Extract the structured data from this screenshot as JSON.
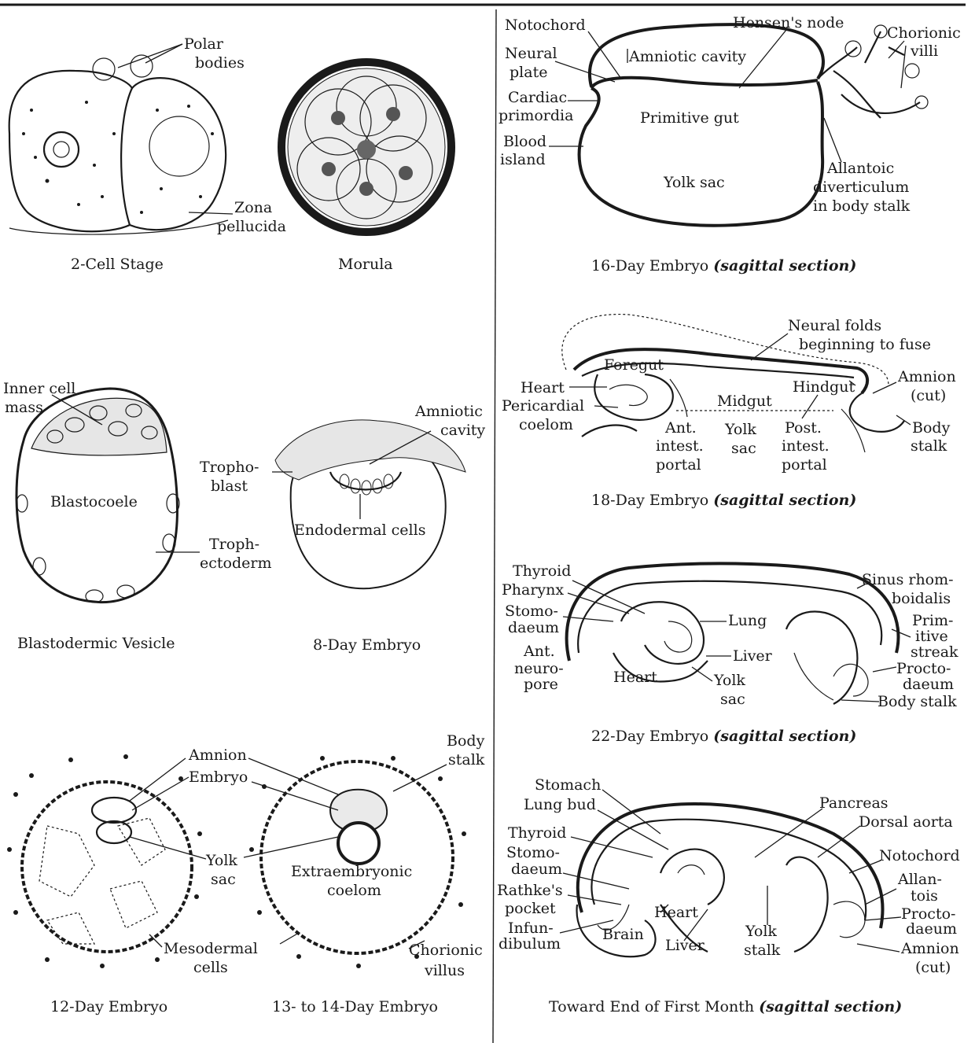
{
  "panels": {
    "two_cell": {
      "caption": "2-Cell Stage",
      "labels": {
        "polar": "Polar",
        "bodies": "bodies",
        "zona": "Zona",
        "pellucida": "pellucida"
      }
    },
    "morula": {
      "caption": "Morula"
    },
    "day16": {
      "caption_main": "16-Day Embryo",
      "caption_it": "(sagittal section)",
      "labels": {
        "notochord": "Notochord",
        "hensens_node": "Hensen's node",
        "chorionic": "Chorionic",
        "villi": "villi",
        "neural": "Neural",
        "plate": "plate",
        "amniotic_cavity": "Amniotic cavity",
        "cardiac": "Cardiac",
        "primordia": "primordia",
        "primitive_gut": "Primitive gut",
        "blood": "Blood",
        "island": "island",
        "yolk_sac": "Yolk sac",
        "allantoic": "Allantoic",
        "diverticulum": "diverticulum",
        "in_body_stalk": "in body stalk"
      }
    },
    "day18": {
      "caption_main": "18-Day Embryo",
      "caption_it": "(sagittal section)",
      "labels": {
        "neural_folds": "Neural folds",
        "beginning_to_fuse": "beginning to fuse",
        "foregut": "Foregut",
        "hindgut": "Hindgut",
        "amnion": "Amnion",
        "cut": "(cut)",
        "heart": "Heart",
        "pericardial": "Pericardial",
        "coelom": "coelom",
        "midgut": "Midgut",
        "ant": "Ant.",
        "intest": "intest.",
        "portal": "portal",
        "yolk": "Yolk",
        "sac": "sac",
        "post": "Post.",
        "body": "Body",
        "stalk": "stalk"
      }
    },
    "blastodermic": {
      "caption": "Blastodermic Vesicle",
      "labels": {
        "inner_cell": "Inner cell",
        "mass": "mass",
        "blastocoele": "Blastocoele",
        "tropho": "Tropho-",
        "blast": "blast",
        "troph": "Troph-",
        "ectoderm": "ectoderm"
      }
    },
    "day8": {
      "caption": "8-Day Embryo",
      "labels": {
        "amniotic": "Amniotic",
        "cavity": "cavity",
        "endodermal_cells": "Endodermal cells"
      }
    },
    "day22": {
      "caption_main": "22-Day Embryo",
      "caption_it": "(sagittal section)",
      "labels": {
        "thyroid": "Thyroid",
        "pharynx": "Pharynx",
        "stomo": "Stomo-",
        "daeum": "daeum",
        "ant": "Ant.",
        "neuro": "neuro-",
        "pore": "pore",
        "heart": "Heart",
        "lung": "Lung",
        "liver": "Liver",
        "yolk": "Yolk",
        "sac": "sac",
        "sinus_rhom": "Sinus rhom-",
        "boidalis": "boidalis",
        "prim": "Prim-",
        "itive": "itive",
        "streak": "streak",
        "procto": "Procto-",
        "body_stalk": "Body stalk"
      }
    },
    "day12": {
      "caption": "12-Day Embryo",
      "labels": {
        "amnion": "Amnion",
        "embryo": "Embryo",
        "yolk": "Yolk",
        "sac": "sac",
        "mesodermal": "Mesodermal",
        "cells": "cells"
      }
    },
    "day13": {
      "caption": "13- to 14-Day Embryo",
      "labels": {
        "body": "Body",
        "stalk": "stalk",
        "extraembryonic": "Extraembryonic",
        "coelom": "coelom",
        "chorionic": "Chorionic",
        "villus": "villus"
      }
    },
    "month": {
      "caption_main": "Toward End of First Month",
      "caption_it": "(sagittal section)",
      "labels": {
        "stomach": "Stomach",
        "lung_bud": "Lung bud",
        "thyroid": "Thyroid",
        "stomo": "Stomo-",
        "daeum": "daeum",
        "rathkes": "Rathke's",
        "pocket": "pocket",
        "infun": "Infun-",
        "dibulum": "dibulum",
        "brain": "Brain",
        "heart": "Heart",
        "liver": "Liver",
        "yolk": "Yolk",
        "stalk": "stalk",
        "pancreas": "Pancreas",
        "dorsal_aorta": "Dorsal aorta",
        "notochord": "Notochord",
        "allan": "Allan-",
        "tois": "tois",
        "procto": "Procto-",
        "amnion": "Amnion",
        "cut": "(cut)"
      }
    }
  }
}
